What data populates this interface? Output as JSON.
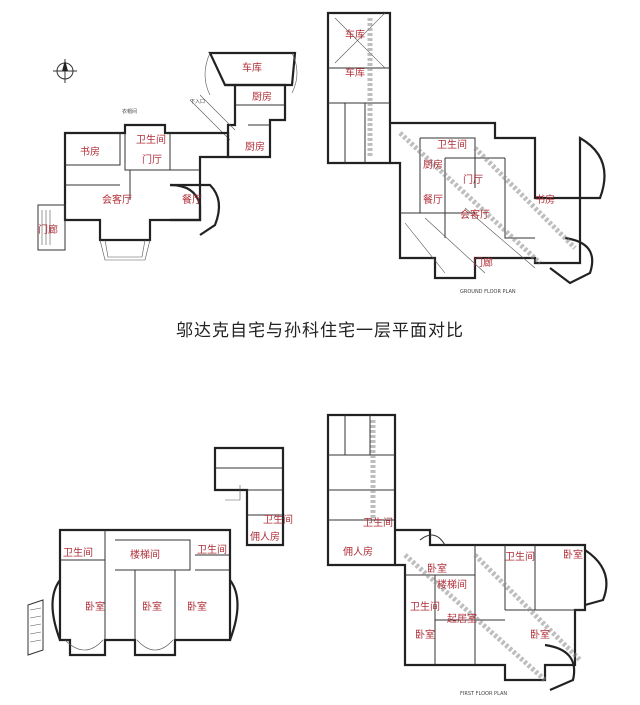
{
  "caption": "邬达克自宅与孙科住宅一层平面对比",
  "top_left_plan": {
    "rooms": [
      "车库",
      "厨房",
      "书房",
      "卫生间",
      "门厅",
      "厨房",
      "会客厅",
      "餐厅",
      "门廊"
    ]
  },
  "top_right_plan": {
    "rooms": [
      "车库",
      "车库",
      "卫生间",
      "厨房",
      "门厅",
      "餐厅",
      "会客厅",
      "书房",
      "门廊"
    ]
  },
  "bottom_left_plan": {
    "rooms": [
      "卫生间",
      "佣人房",
      "楼梯间",
      "卫生间",
      "卫生间",
      "卧室",
      "卧室",
      "卧室"
    ]
  },
  "bottom_right_plan": {
    "rooms": [
      "卫生间",
      "佣人房",
      "卫生间",
      "卧室",
      "楼梯间",
      "卧室",
      "起居室",
      "卫生间",
      "卧室",
      "卧室"
    ]
  },
  "icons": {
    "north_arrow": "north-arrow-icon"
  }
}
